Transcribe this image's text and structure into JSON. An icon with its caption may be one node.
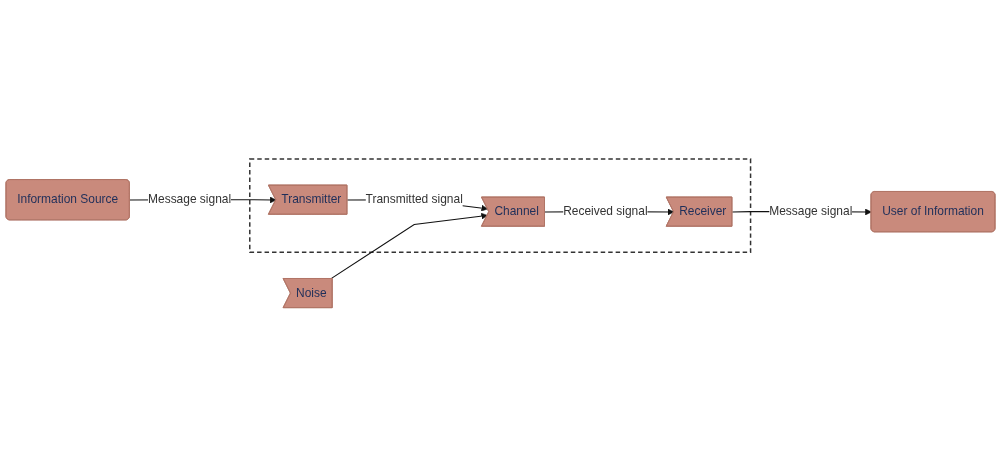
{
  "diagram": {
    "nodes": [
      {
        "text": [
          "Information Source"
        ]
      },
      {
        "text": [],
        "shape": "box"
      },
      {
        "text": [
          "Transmitter"
        ],
        "in": 1
      },
      {
        "text": [
          "Channel"
        ],
        "in": 1
      },
      {
        "text": [
          "Receiver"
        ],
        "in": 1
      },
      {
        "text": [
          "Noise"
        ]
      },
      {
        "text": [
          "User of Information"
        ]
      }
    ],
    "edges": [
      {
        "from": 0,
        "to": 2,
        "arrow": "to",
        "label": "Message signal"
      },
      {
        "from": 2,
        "to": 3,
        "arrow": "to",
        "label": "Transmitted signal"
      },
      {
        "from": 3,
        "to": 4,
        "arrow": "to",
        "label": "Received signal"
      },
      {
        "from": 5,
        "to": 3,
        "arrow": "to"
      },
      {
        "from": 4,
        "to": 6,
        "arrow": "to",
        "label": "Message signal"
      }
    ]
  }
}
